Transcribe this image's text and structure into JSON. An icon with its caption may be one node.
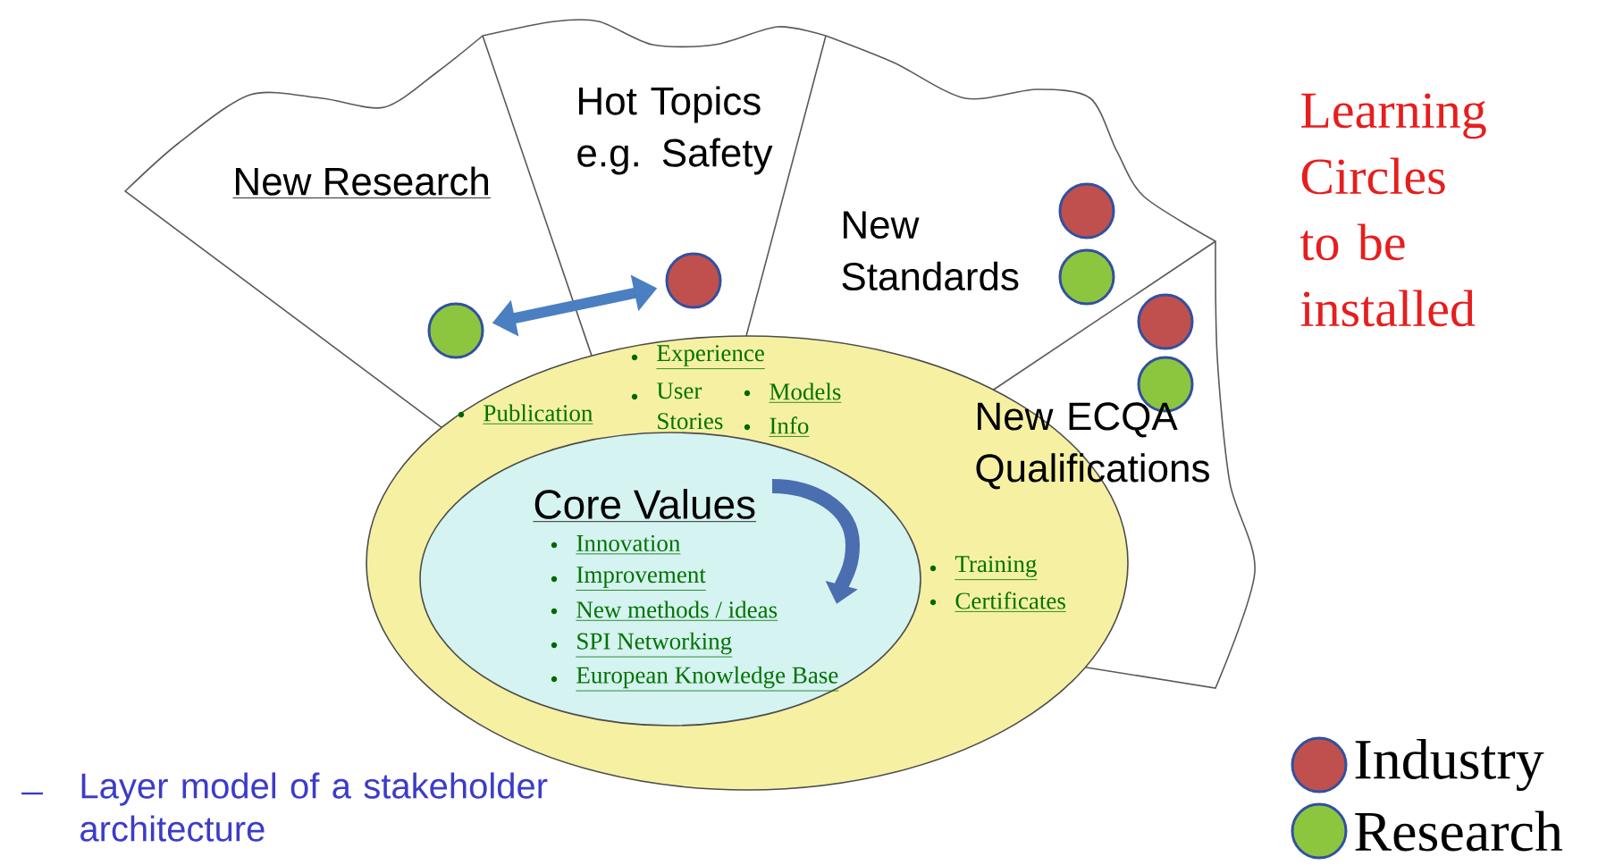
{
  "diagram": {
    "nodes": [
      {
        "text": [
          "Publication",
          "Experience",
          "User Stories",
          "Models",
          "Info",
          "Training",
          "Certificates"
        ]
      },
      {
        "text": [
          "Core Values",
          "Innovation",
          "Improvement",
          "New methods / ideas",
          "SPI Networking",
          "European Knowledge Base"
        ],
        "in": 0
      },
      {
        "text": [],
        "shape": "circle"
      },
      {
        "text": [],
        "shape": "circle"
      },
      {
        "text": [],
        "shape": "circle"
      },
      {
        "text": [],
        "shape": "circle"
      },
      {
        "text": [],
        "shape": "circle"
      },
      {
        "text": [],
        "shape": "circle"
      }
    ],
    "edges": [
      {
        "from": 2,
        "to": 3,
        "arrow": "both",
        "color": "#4a7fc1"
      }
    ],
    "labels": [
      "New Research",
      "Hot Topics e.g. Safety",
      "New Standards",
      "New ECQA Qualifications",
      "Learning Circles to be installed"
    ],
    "caption": "Layer model of a stakeholder architecture",
    "legend": [
      {
        "text": "Industry",
        "color": "#c0504d"
      },
      {
        "text": "Research",
        "color": "#8cc63f"
      }
    ]
  }
}
